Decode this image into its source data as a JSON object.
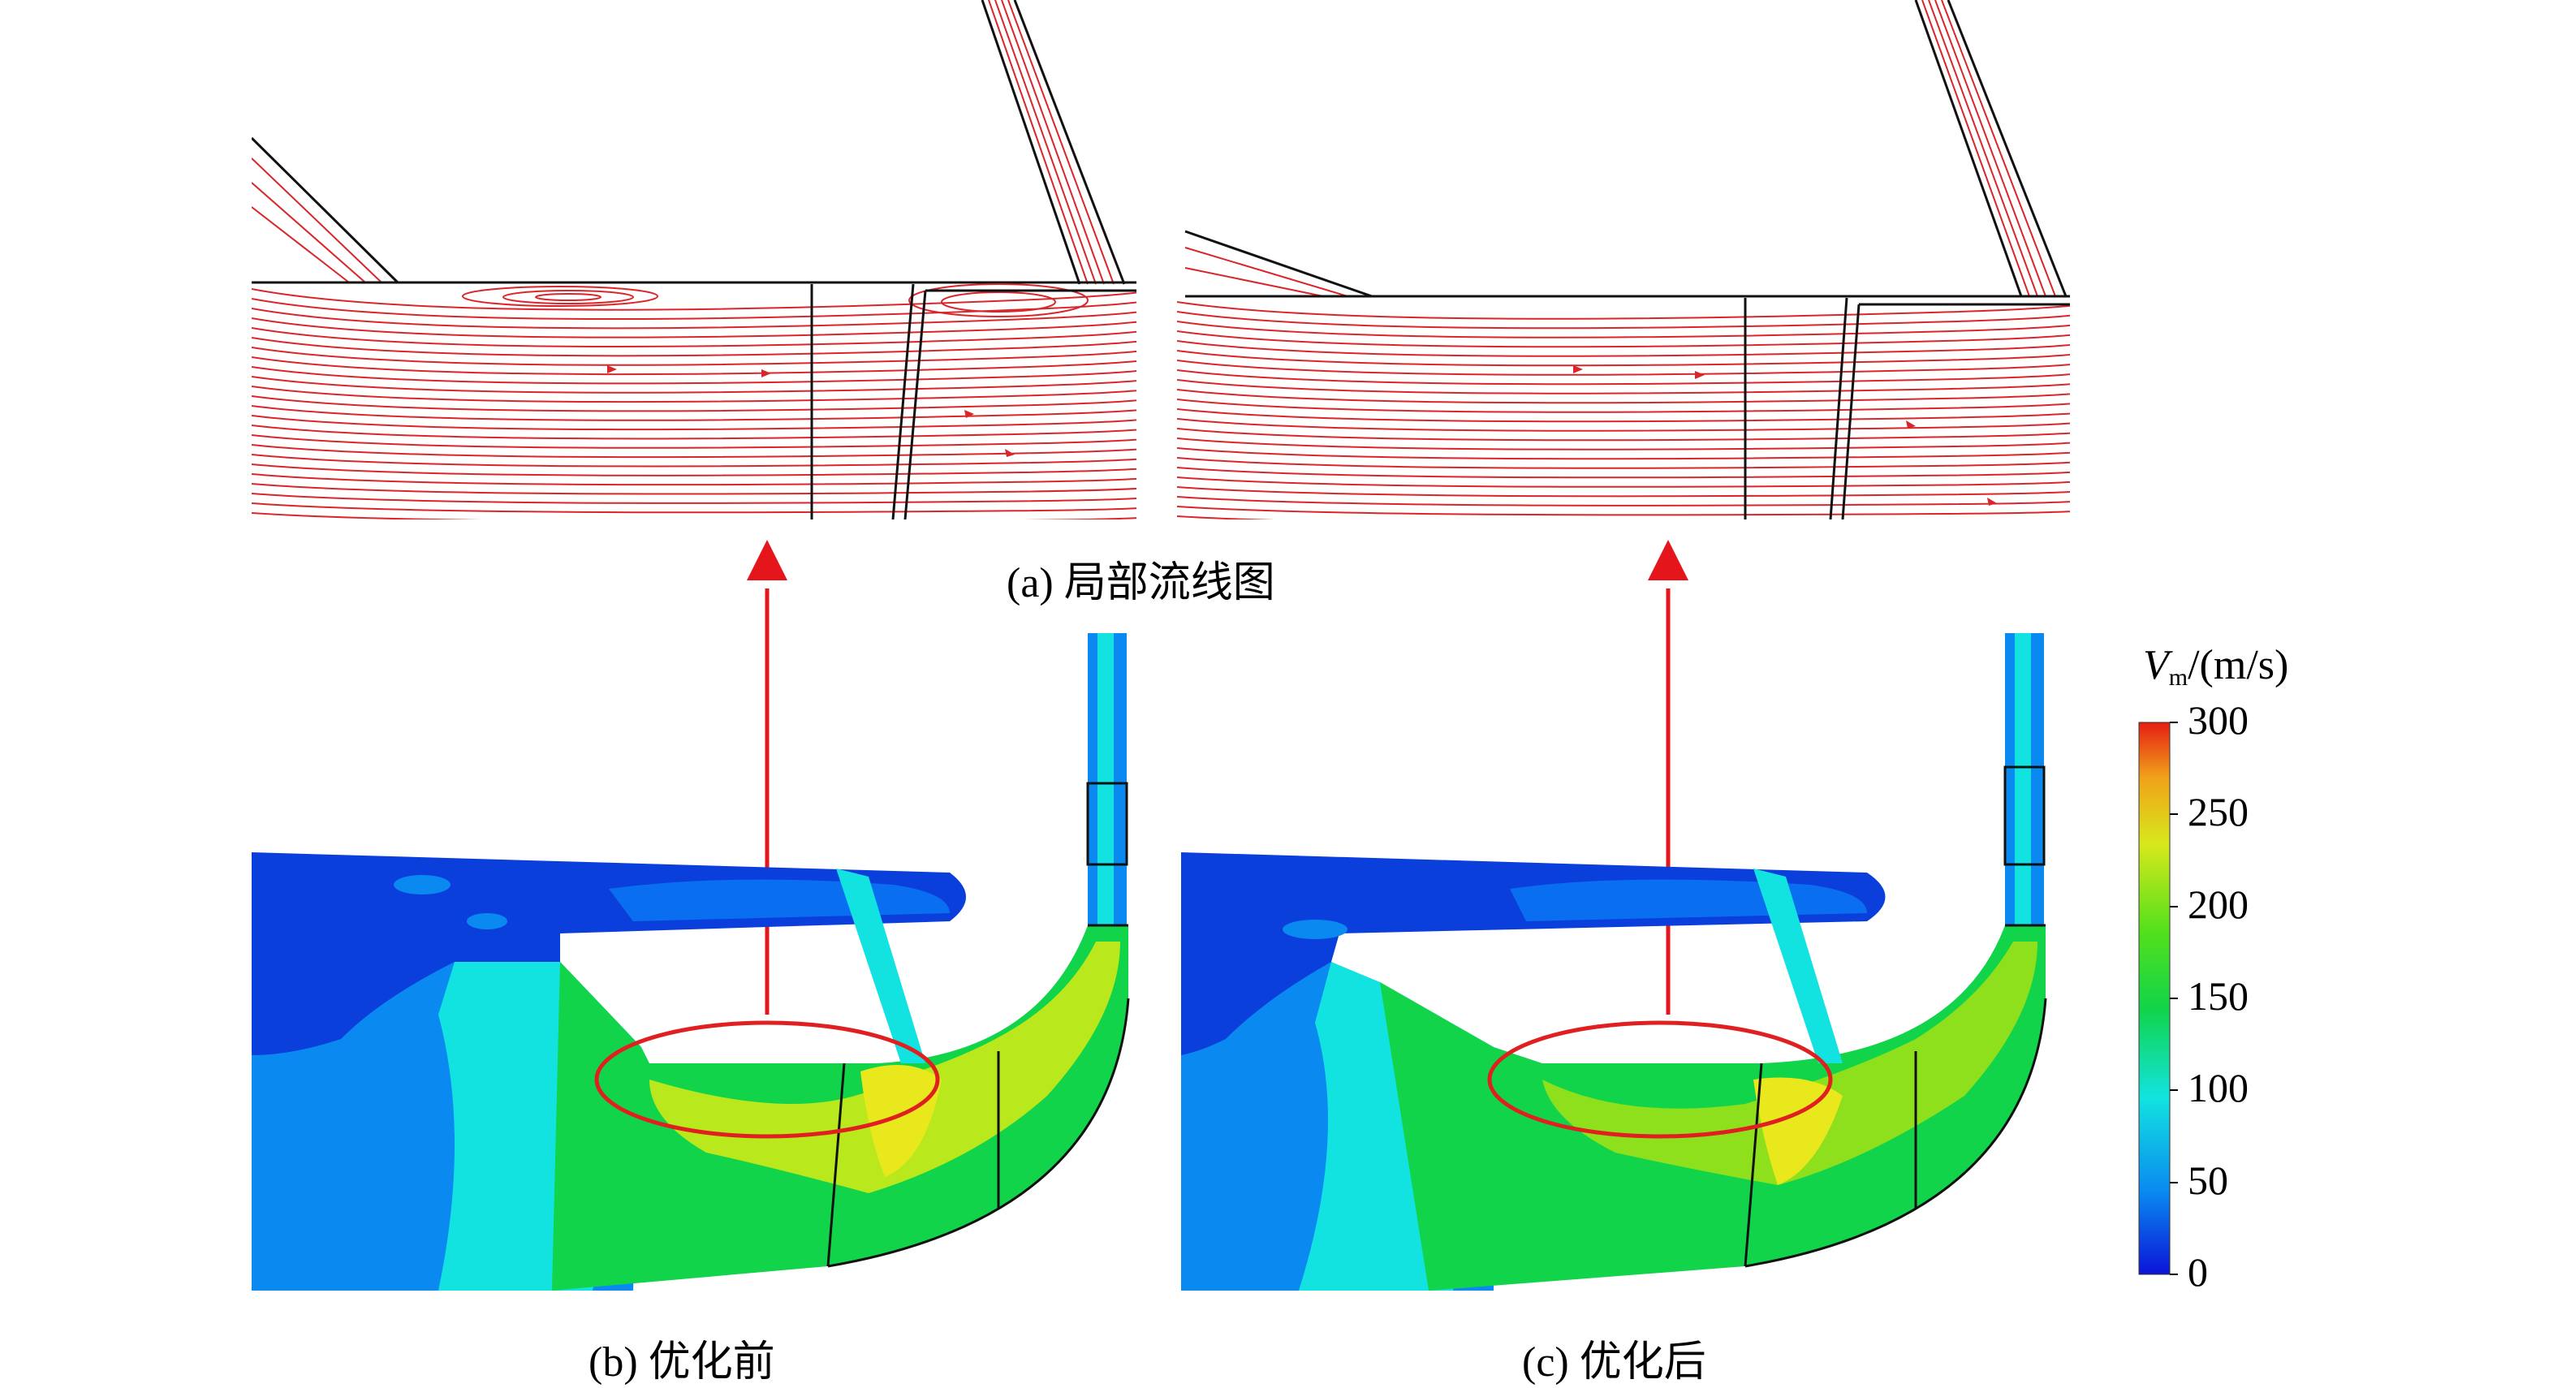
{
  "captions": {
    "a": "(a) 局部流线图",
    "b": "(b) 优化前",
    "c": "(c) 优化后"
  },
  "colorbar": {
    "title_symbol": "V",
    "title_subscript": "m",
    "title_unit": "/(m/s)",
    "ticks": [
      "300",
      "250",
      "200",
      "150",
      "100",
      "50",
      "0"
    ],
    "range": [
      0,
      300
    ],
    "colors": [
      "#0b14d8",
      "#0a8af0",
      "#12e3e0",
      "#11d44a",
      "#52e01c",
      "#d8e81c",
      "#f0a21a",
      "#e51e12"
    ]
  },
  "palette": {
    "streamline": "#d8262a",
    "arrow": "#e5161b",
    "ellipse": "#e02020",
    "outline": "#111111"
  }
}
